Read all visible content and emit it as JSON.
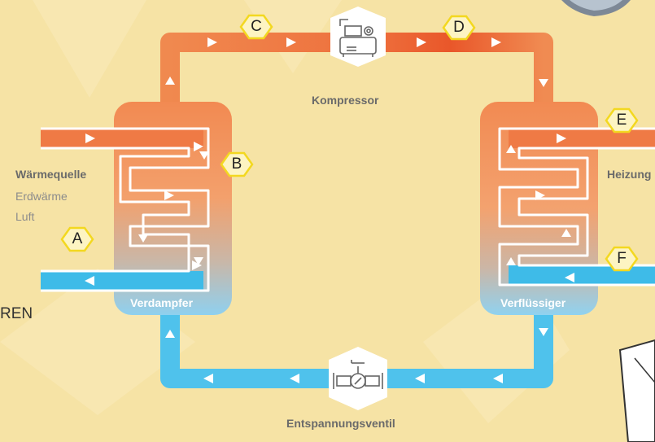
{
  "diagram": {
    "components": {
      "compressor": "Kompressor",
      "evaporator": "Verdampfer",
      "condenser": "Verflüssiger",
      "valve": "Entspannungsventil"
    },
    "heat_source": {
      "title": "Wärmequelle",
      "items": [
        "Erdwärme",
        "Luft"
      ]
    },
    "heating_label": "Heizung",
    "left_fragment": "REN",
    "markers": [
      "A",
      "B",
      "C",
      "D",
      "E",
      "F"
    ],
    "colors": {
      "hot": "#ee7b45",
      "hot_dark": "#ea5a2a",
      "cold": "#44bde9",
      "background": "#f6e3a5",
      "marker_fill": "#fdf4c2",
      "marker_stroke": "#f3d820"
    },
    "icons": [
      "compressor-icon",
      "valve-icon"
    ]
  }
}
